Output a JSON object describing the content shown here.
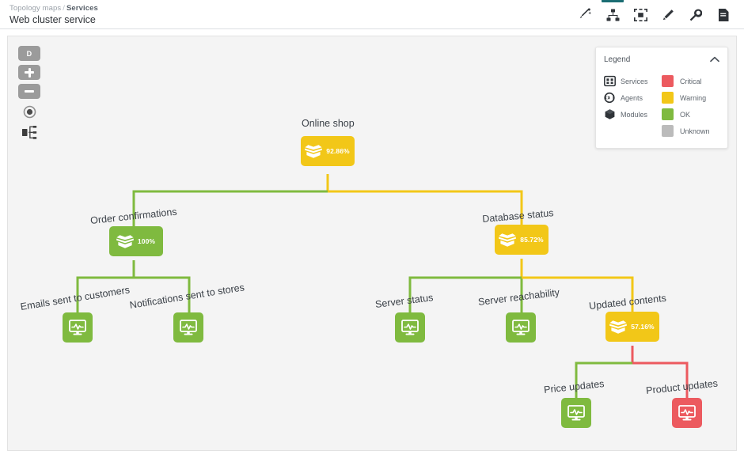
{
  "header": {
    "breadcrumb": {
      "parent": "Topology maps",
      "separator": "/",
      "current": "Services"
    },
    "title": "Web cluster service",
    "tools": [
      {
        "name": "magic-wand-icon",
        "label": "Magic wand",
        "active": false
      },
      {
        "name": "topology-icon",
        "label": "Topology",
        "active": true
      },
      {
        "name": "select-area-icon",
        "label": "Select area",
        "active": false
      },
      {
        "name": "pencil-icon",
        "label": "Edit",
        "active": false
      },
      {
        "name": "wrench-icon",
        "label": "Settings",
        "active": false
      },
      {
        "name": "file-icon",
        "label": "File",
        "active": false
      }
    ]
  },
  "toolbar": {
    "items": [
      {
        "name": "default-view-button",
        "label": "D"
      },
      {
        "name": "zoom-in-button",
        "label": "+"
      },
      {
        "name": "zoom-out-button",
        "label": "-"
      },
      {
        "name": "center-view-button",
        "label": ""
      },
      {
        "name": "hierarchy-layout-button",
        "label": ""
      }
    ]
  },
  "legend": {
    "title": "Legend",
    "collapse_icon": "chevron-up-icon",
    "types": [
      {
        "icon": "services-icon",
        "label": "Services"
      },
      {
        "icon": "agents-icon",
        "label": "Agents"
      },
      {
        "icon": "modules-icon",
        "label": "Modules"
      }
    ],
    "statuses": [
      {
        "label": "Critical",
        "color": "#ec5a5f"
      },
      {
        "label": "Warning",
        "color": "#f2c718"
      },
      {
        "label": "OK",
        "color": "#7fba3f"
      },
      {
        "label": "Unknown",
        "color": "#bbbbbb"
      }
    ]
  },
  "colors": {
    "critical": "#ec5a5f",
    "warning": "#f2c718",
    "ok": "#7fba3f",
    "unknown": "#bbbbbb",
    "canvas": "#f4f4f4",
    "accent": "#1b6d73"
  },
  "graph": {
    "nodes": [
      {
        "id": "online-shop",
        "label": "Online shop",
        "value": "92.86%",
        "status": "warning",
        "type": "module"
      },
      {
        "id": "order-confirmations",
        "label": "Order confirmations",
        "value": "100%",
        "status": "ok",
        "type": "module"
      },
      {
        "id": "database-status",
        "label": "Database status",
        "value": "85.72%",
        "status": "warning",
        "type": "module"
      },
      {
        "id": "emails-customers",
        "label": "Emails sent to customers",
        "value": "",
        "status": "ok",
        "type": "agent"
      },
      {
        "id": "notifications-stores",
        "label": "Notifications sent to stores",
        "value": "",
        "status": "ok",
        "type": "agent"
      },
      {
        "id": "server-status",
        "label": "Server status",
        "value": "",
        "status": "ok",
        "type": "agent"
      },
      {
        "id": "server-reachability",
        "label": "Server reachability",
        "value": "",
        "status": "ok",
        "type": "agent"
      },
      {
        "id": "updated-contents",
        "label": "Updated contents",
        "value": "57.16%",
        "status": "warning",
        "type": "module"
      },
      {
        "id": "price-updates",
        "label": "Price updates",
        "value": "",
        "status": "ok",
        "type": "agent"
      },
      {
        "id": "product-updates",
        "label": "Product updates",
        "value": "",
        "status": "critical",
        "type": "agent"
      }
    ]
  }
}
